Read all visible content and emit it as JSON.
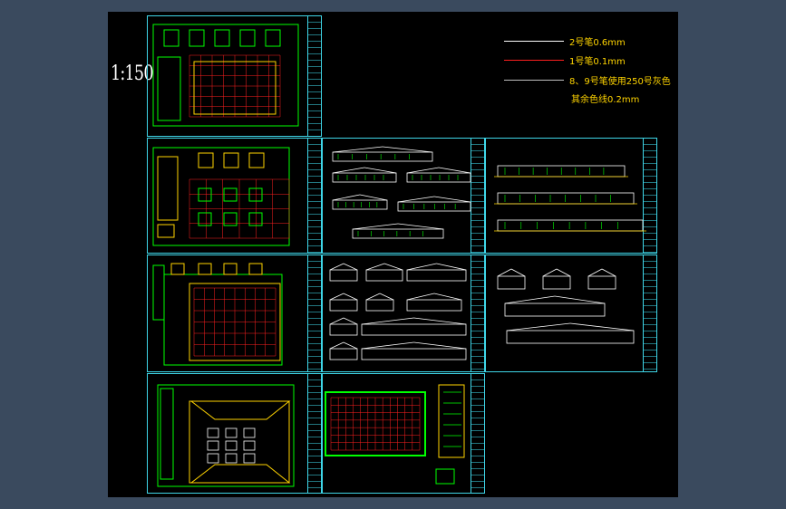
{
  "drawing": {
    "scale_label": "1:150",
    "colors": {
      "background": "#000000",
      "frame": "#3fd6e8",
      "text": "#ffd400",
      "wall": "#00ff00",
      "axis": "#ff2020",
      "detail": "#ffffff"
    }
  },
  "legend": {
    "items": [
      {
        "label": "2号笔0.6mm",
        "line_color": "#ffffff"
      },
      {
        "label": "1号笔0.1mm",
        "line_color": "#ff2020"
      },
      {
        "label": "8、9号笔使用250号灰色",
        "line_color": "#bfbfbf"
      }
    ],
    "note": "其余色线0.2mm"
  }
}
